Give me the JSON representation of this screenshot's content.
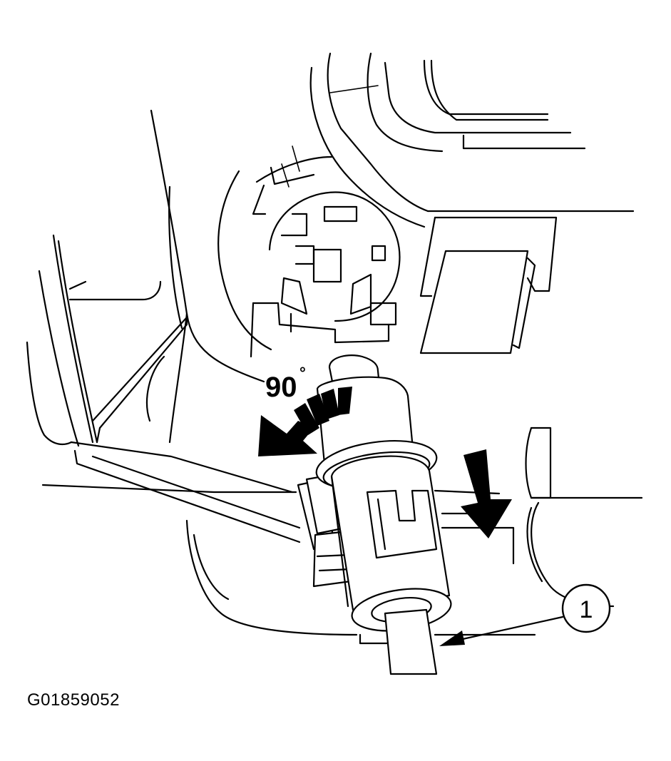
{
  "diagram": {
    "rotation_label": "90",
    "rotation_degree_symbol": "°",
    "callout_number": "1",
    "figure_id": "G01859052"
  },
  "colors": {
    "line": "#000000",
    "background": "#ffffff"
  }
}
